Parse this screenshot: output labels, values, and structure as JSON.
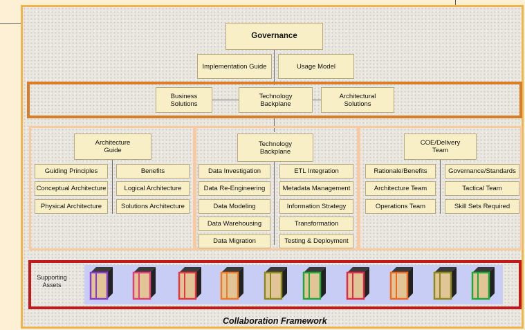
{
  "top": {
    "governance": "Governance",
    "implementation_guide": "Implementation Guide",
    "usage_model": "Usage Model"
  },
  "band": {
    "business_solutions": "Business\nSolutions",
    "technology_backplane": "Technology\nBackplane",
    "architectural_solutions": "Architectural\nSolutions"
  },
  "arch": {
    "header": "Architecture\nGuide",
    "items": [
      "Guiding Principles",
      "Benefits",
      "Conceptual Architecture",
      "Logical Architecture",
      "Physical Architecture",
      "Solutions Architecture"
    ]
  },
  "tech": {
    "header": "Technology\nBackplane",
    "items": [
      "Data Investigation",
      "ETL Integration",
      "Data Re-Engineering",
      "Metadata Management",
      "Data Modeling",
      "Information Strategy",
      "Data Warehousing",
      "Transformation",
      "Data Migration",
      "Testing & Deployment"
    ]
  },
  "coe": {
    "header": "COE/Delivery\nTeam",
    "items": [
      "Rationale/Benefits",
      "Governance/Standards",
      "Architecture Team",
      "Tactical Team",
      "Operations Team",
      "Skill Sets Required"
    ]
  },
  "assets": {
    "label": "Supporting\nAssets",
    "book_colors": [
      "#8a3cc8",
      "#e0407a",
      "#e03a44",
      "#ee7a22",
      "#8a8a1e",
      "#22a83a",
      "#e02a4a",
      "#ee6a22",
      "#8a8a1e",
      "#22a83a"
    ]
  },
  "footer": "Collaboration Framework"
}
